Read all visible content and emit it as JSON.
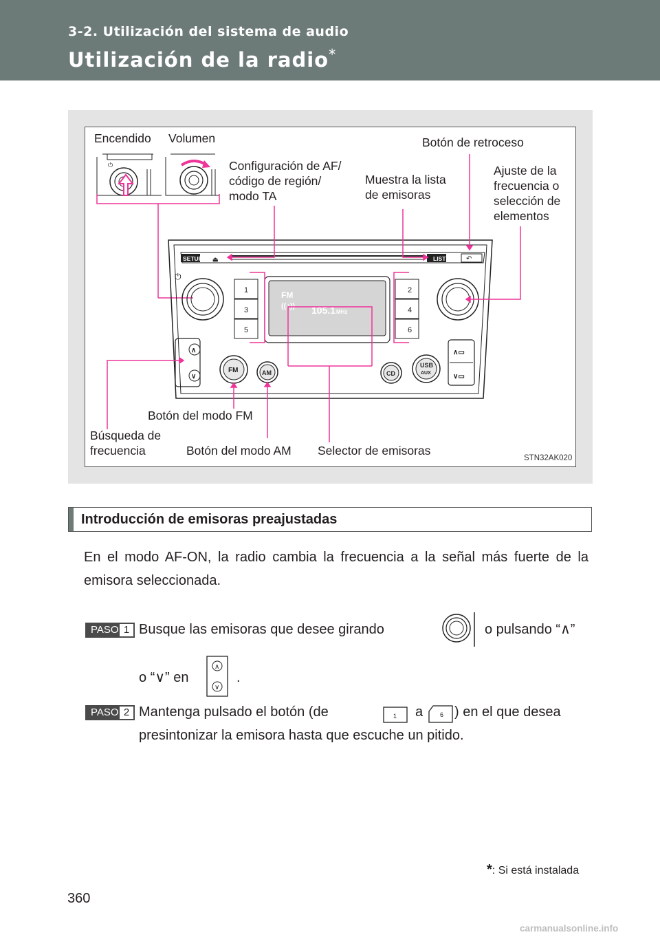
{
  "header": {
    "section_label": "3-2. Utilización del sistema de audio",
    "title": "Utilización de la radio",
    "title_mark": "*",
    "color": "#6d7b78"
  },
  "figure": {
    "labels": {
      "power": "Encendido",
      "volume": "Volumen",
      "af_config": "Configuración de AF/\ncódigo de región/\nmodo TA",
      "back_button": "Botón de retroceso",
      "station_list": "Muestra la lista\nde emisoras",
      "tune_adjust": "Ajuste de la\nfrecuencia o\nselección de\nelementos",
      "fm_button": "Botón del modo FM",
      "seek": "Búsqueda de\nfrecuencia",
      "am_button": "Botón del modo AM",
      "station_selector": "Selector de emisoras"
    },
    "figure_code": "STN32AK020",
    "callout_color": "#ee3399",
    "radio": {
      "setup": "SETUP",
      "list": "LIST",
      "presets": [
        "1",
        "2",
        "3",
        "4",
        "5",
        "6"
      ],
      "display_band": "FM",
      "display_freq": "105.1",
      "display_unit": "MHz",
      "fm": "FM",
      "am": "AM",
      "cd": "CD",
      "usb": "USB",
      "aux": "AUX"
    }
  },
  "section": {
    "subheading": "Introducción de emisoras preajustadas",
    "intro": "En el modo AF-ON, la radio cambia la frecuencia a la señal más fuerte de la emisora seleccionada."
  },
  "steps": [
    {
      "badge": "PASO",
      "number": "1",
      "line1_a": "Busque las emisoras que desee girando",
      "line1_b": "o pulsando “",
      "up_symbol": "∧",
      "line1_c": "”",
      "line2_a": "o “",
      "down_symbol": "∨",
      "line2_b": "” en",
      "line2_c": "."
    },
    {
      "badge": "PASO",
      "number": "2",
      "line1_a": "Mantenga pulsado el botón (de",
      "line1_b": "a",
      "line1_c": ") en el que desea",
      "line2": "presintonizar la emisora hasta que escuche un pitido.",
      "btn_first": "1",
      "btn_last": "6"
    }
  ],
  "footnote": {
    "mark": "*",
    "text": ": Si está instalada"
  },
  "page_number": "360",
  "watermark": "carmanualsonline.info"
}
